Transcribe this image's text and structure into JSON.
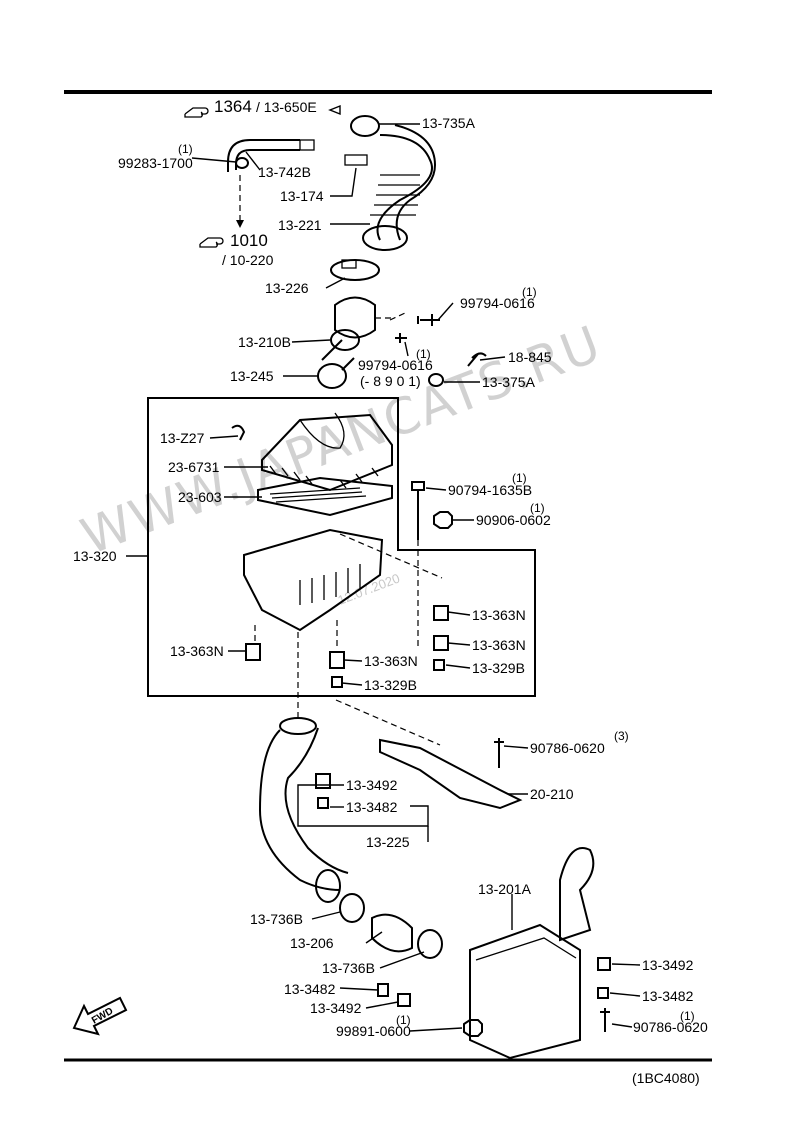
{
  "references": {
    "top_arrow": "1364",
    "top_arrow_sub": "/ 13-650E",
    "bottom_arrow": "1010",
    "bottom_arrow_sub": "/ 10-220"
  },
  "parts": {
    "p13_735A": "13-735A",
    "p99283_1700": "99283-1700",
    "p99283_1700_qty": "(1)",
    "p13_742B": "13-742B",
    "p13_174": "13-174",
    "p13_221": "13-221",
    "p13_226": "13-226",
    "p99794_0616a": "99794-0616",
    "p99794_0616a_qty": "(1)",
    "p13_210B": "13-210B",
    "p99794_0616b": "99794-0616",
    "p99794_0616b_qty": "(1)",
    "p99794_0616b_note": "(- 8 9 0 1)",
    "p18_845": "18-845",
    "p13_245": "13-245",
    "p13_375A": "13-375A",
    "p13_Z27": "13-Z27",
    "p23_6731": "23-6731",
    "p90794_1635B": "90794-1635B",
    "p90794_1635B_qty": "(1)",
    "p23_603": "23-603",
    "p90906_0602": "90906-0602",
    "p90906_0602_qty": "(1)",
    "p13_320": "13-320",
    "p13_363N_a": "13-363N",
    "p13_363N_b": "13-363N",
    "p13_363N_c": "13-363N",
    "p13_363N_d": "13-363N",
    "p13_329B_a": "13-329B",
    "p13_329B_b": "13-329B",
    "p90786_0620a": "90786-0620",
    "p90786_0620a_qty": "(3)",
    "p13_3492_a": "13-3492",
    "p13_3482_a": "13-3482",
    "p20_210": "20-210",
    "p13_225": "13-225",
    "p13_201A": "13-201A",
    "p13_736B_a": "13-736B",
    "p13_206": "13-206",
    "p13_736B_b": "13-736B",
    "p13_3492_b": "13-3492",
    "p13_3482_b": "13-3482",
    "p13_3482_c": "13-3482",
    "p13_3492_c": "13-3492",
    "p99891_0600": "99891-0600",
    "p99891_0600_qty": "(1)",
    "p90786_0620b": "90786-0620",
    "p90786_0620b_qty": "(1)"
  },
  "fwd_label": "FWD",
  "diagram_code": "(1BC4080)",
  "watermark": "WWW.JAPANCATS.RU",
  "watermark_date": "12.07.2020",
  "icons": [
    "pointing-hand-icon",
    "fwd-arrow-icon"
  ]
}
